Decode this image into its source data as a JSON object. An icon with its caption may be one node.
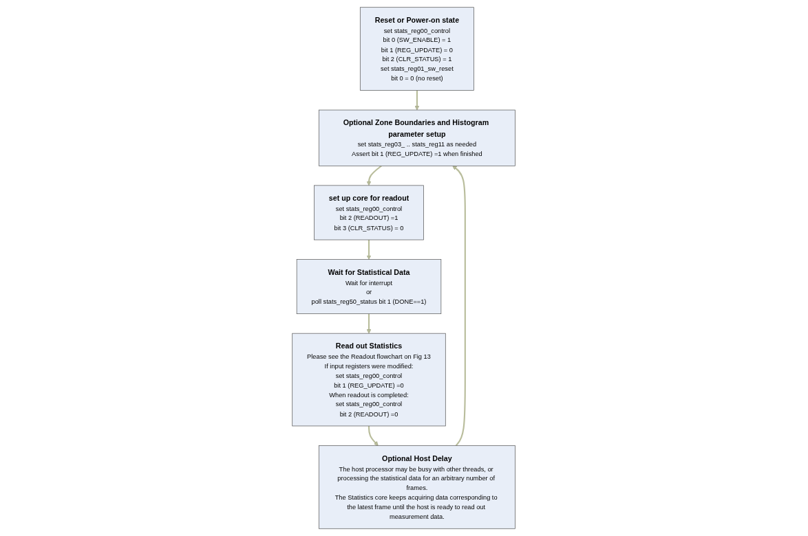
{
  "diagram": {
    "nodes": [
      {
        "text": [
          "Reset or Power-on state",
          "set stats_reg00_control",
          "bit 0 (SW_ENABLE) = 1",
          "bit 1 (REG_UPDATE) = 0",
          "bit 2 (CLR_STATUS) = 1",
          "set stats_reg01_sw_reset",
          "bit 0 = 0  (no reset)"
        ]
      },
      {
        "text": [
          "Optional Zone Boundaries and Histogram parameter setup",
          "set stats_reg03_ .. stats_reg11 as needed",
          "Assert bit 1 (REG_UPDATE) =1 when finished"
        ]
      },
      {
        "text": [
          "set up core for readout",
          "set stats_reg00_control",
          "bit 2 (READOUT) =1",
          "bit 3 (CLR_STATUS) = 0"
        ]
      },
      {
        "text": [
          "Wait for Statistical Data",
          "Wait for interrupt",
          "or",
          "poll stats_reg50_status bit 1 (DONE==1)"
        ]
      },
      {
        "text": [
          "Read out Statistics",
          "Please see the Readout flowchart on Fig 13",
          "If input registers were modified:",
          "set stats_reg00_control",
          "bit 1 (REG_UPDATE) =0",
          "When readout is completed:",
          "set stats_reg00_control",
          "bit 2 (READOUT) =0"
        ]
      },
      {
        "text": [
          "Optional Host Delay",
          "The host processor may be busy with other threads, or processing the statistical data for an arbitrary number of frames.",
          "The Statistics core keeps acquiring data corresponding to the latest frame until the host is ready to read out measurement data."
        ]
      }
    ],
    "edges": [
      {
        "from": 0,
        "to": 1,
        "arrow": "to"
      },
      {
        "from": 1,
        "to": 2,
        "arrow": "to"
      },
      {
        "from": 2,
        "to": 3,
        "arrow": "to"
      },
      {
        "from": 3,
        "to": 4,
        "arrow": "to"
      },
      {
        "from": 4,
        "to": 5,
        "arrow": "to"
      },
      {
        "from": 5,
        "to": 1,
        "arrow": "to"
      }
    ]
  }
}
